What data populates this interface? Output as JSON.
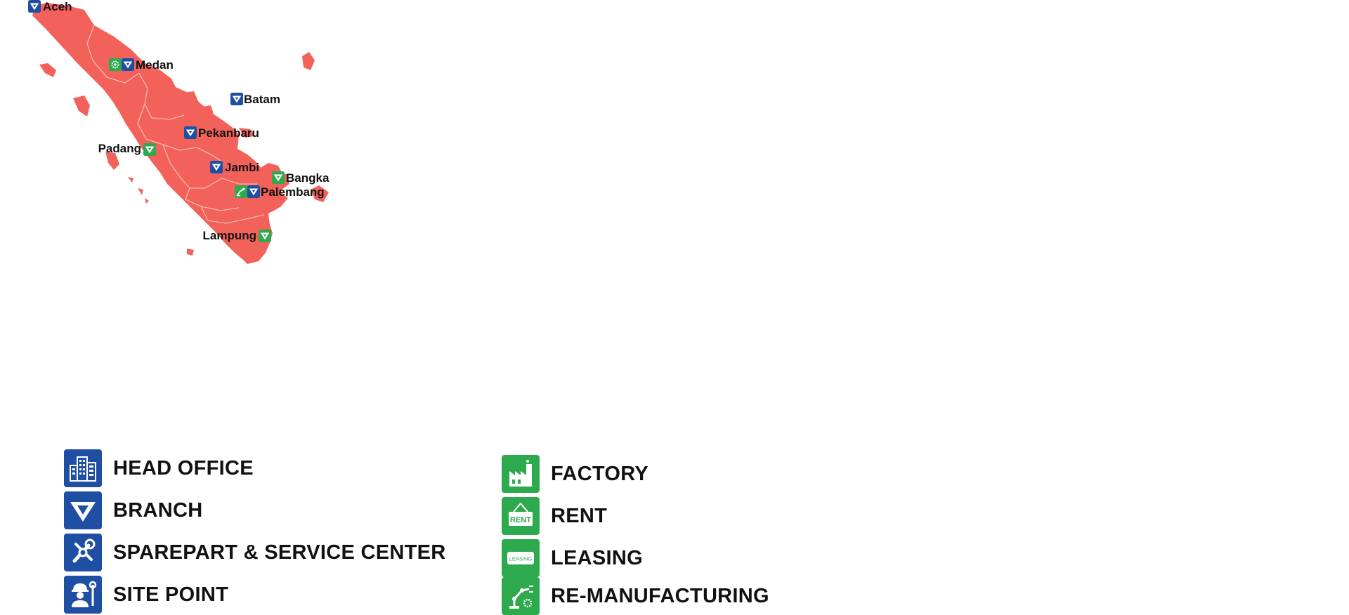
{
  "colors": {
    "land": "#f2625a",
    "border": "#f7b7b1",
    "blue": "#1e4fa3",
    "green": "#2eaa4e",
    "text": "#111111"
  },
  "cities": [
    {
      "name": "Aceh",
      "icons": [
        "branch"
      ]
    },
    {
      "name": "Medan",
      "icons": [
        "sparepart-service",
        "branch"
      ]
    },
    {
      "name": "Batam",
      "icons": [
        "branch"
      ]
    },
    {
      "name": "Pekanbaru",
      "icons": [
        "branch"
      ]
    },
    {
      "name": "Padang",
      "icons": [
        "rent-branch"
      ]
    },
    {
      "name": "Jambi",
      "icons": [
        "branch"
      ]
    },
    {
      "name": "Bangka",
      "icons": [
        "rent-branch"
      ]
    },
    {
      "name": "Palembang",
      "icons": [
        "re-manufacturing",
        "branch"
      ]
    },
    {
      "name": "Lampung",
      "icons": [
        "rent-branch"
      ]
    }
  ],
  "legend": {
    "head_office": {
      "label": "HEAD OFFICE",
      "icon": "buildings-icon"
    },
    "branch": {
      "label": "BRANCH",
      "icon": "branch-logo-icon"
    },
    "sparepart": {
      "label": "SPAREPART & SERVICE CENTER",
      "icon": "wrench-screwdriver-icon"
    },
    "site_point": {
      "label": "SITE POINT",
      "icon": "worker-wrench-icon"
    },
    "factory": {
      "label": "FACTORY",
      "icon": "factory-icon"
    },
    "rent": {
      "label": "RENT",
      "icon": "rent-sign-icon",
      "sign_text": "RENT"
    },
    "leasing": {
      "label": "LEASING",
      "icon": "leasing-card-icon",
      "sign_text": "LEASING"
    },
    "remanufacturing": {
      "label": "RE-MANUFACTURING",
      "icon": "robot-arm-icon"
    }
  }
}
